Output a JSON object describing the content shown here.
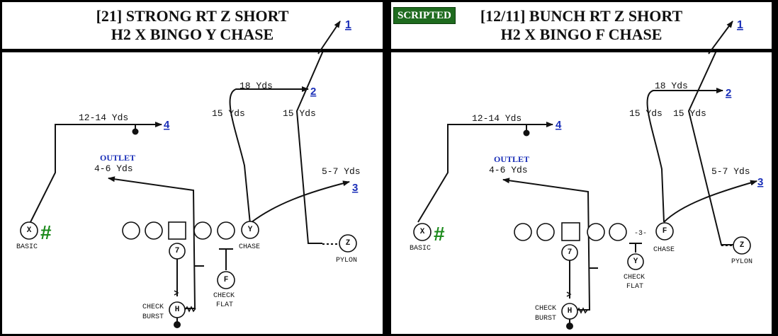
{
  "left": {
    "title_line1": "[21] STRONG RT Z SHORT",
    "title_line2": "H2 X BINGO Y CHASE",
    "yds_18": "18 Yds",
    "yds_15a": "15 Yds",
    "yds_15b": "15 Yds",
    "yds_12_14": "12-14 Yds",
    "yds_5_7": "5-7 Yds",
    "yds_4_6": "4-6 Yds",
    "outlet": "OUTLET",
    "num_1": "1",
    "num_2": "2",
    "num_3": "3",
    "num_4": "4",
    "x": "X",
    "y": "Y",
    "z": "Z",
    "f": "F",
    "h": "H",
    "seven": "7",
    "basic": "BASIC",
    "chase": "CHASE",
    "pylon": "PYLON",
    "check_flat_1": "CHECK",
    "check_flat_2": "FLAT",
    "check_burst_1": "CHECK",
    "check_burst_2": "BURST",
    "hash": "#"
  },
  "right": {
    "badge": "SCRIPTED",
    "title_line1": "[12/11] BUNCH RT Z SHORT",
    "title_line2": "H2 X BINGO F CHASE",
    "yds_18": "18 Yds",
    "yds_15a": "15 Yds",
    "yds_15b": "15 Yds",
    "yds_12_14": "12-14 Yds",
    "yds_5_7": "5-7 Yds",
    "yds_4_6": "4-6 Yds",
    "outlet": "OUTLET",
    "num_1": "1",
    "num_2": "2",
    "num_3": "3",
    "num_4": "4",
    "x": "X",
    "y": "Y",
    "z": "Z",
    "f": "F",
    "h": "H",
    "seven": "7",
    "minus3": "-3-",
    "basic": "BASIC",
    "chase": "CHASE",
    "pylon": "PYLON",
    "check_flat_1": "CHECK",
    "check_flat_2": "FLAT",
    "check_burst_1": "CHECK",
    "check_burst_2": "BURST",
    "hash": "#"
  },
  "colors": {
    "link_blue": "#1a2fb8",
    "hash_green": "#1b8a1b",
    "badge_green": "#1f6b1f"
  }
}
